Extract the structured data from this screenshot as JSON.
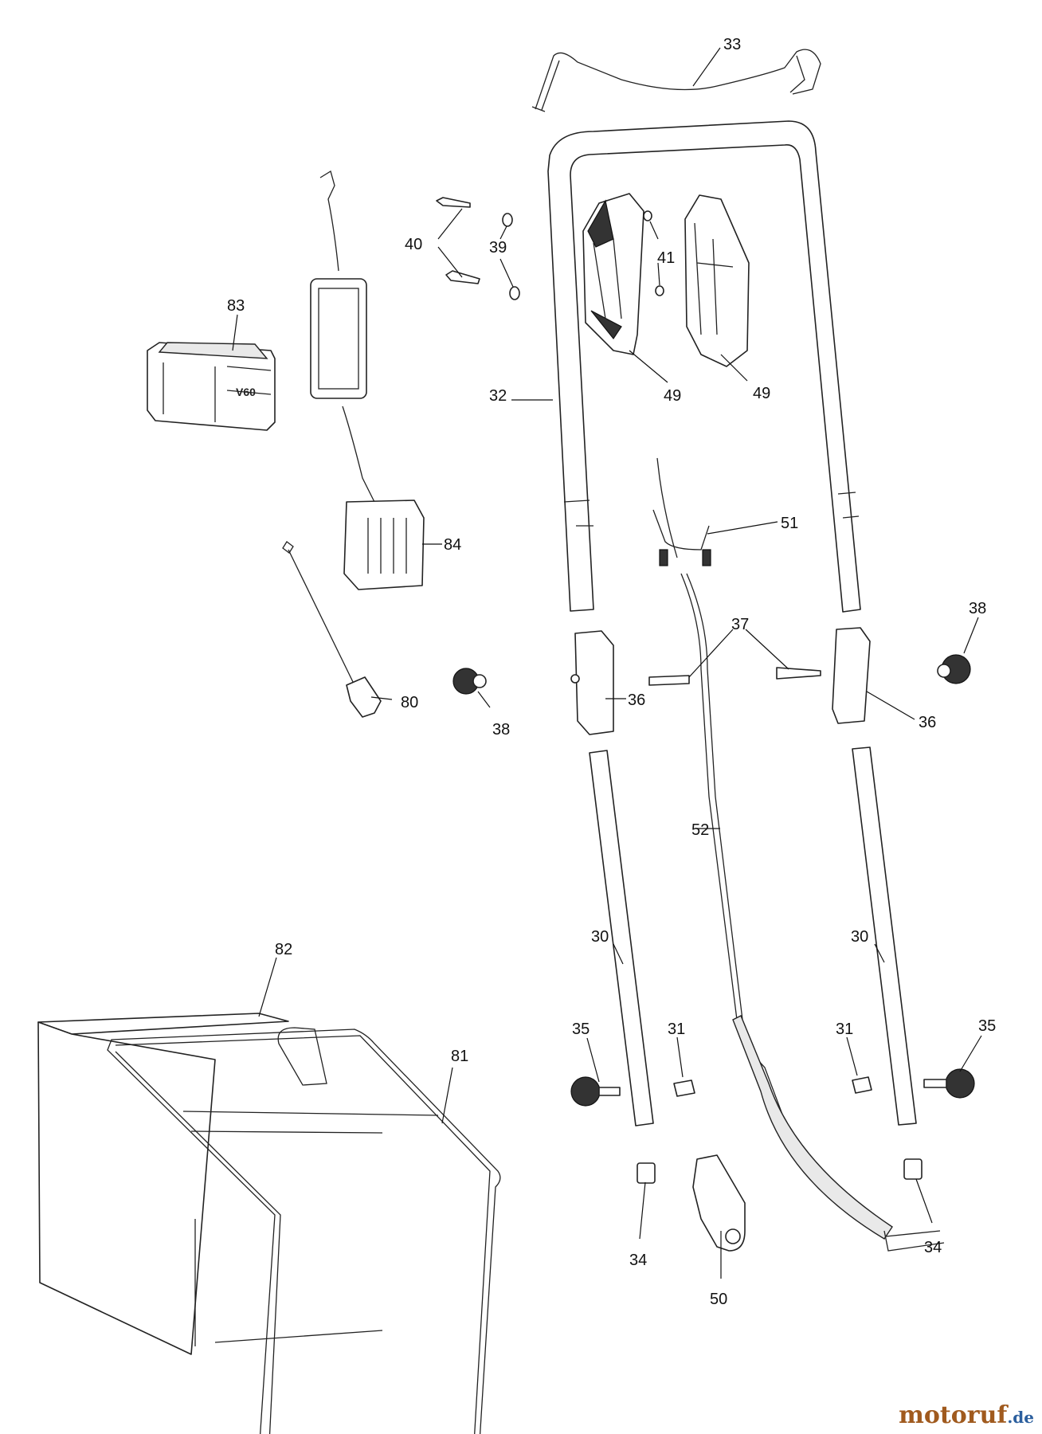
{
  "callouts": {
    "c30a": "30",
    "c30b": "30",
    "c31a": "31",
    "c31b": "31",
    "c32": "32",
    "c33": "33",
    "c34a": "34",
    "c34b": "34",
    "c35a": "35",
    "c35b": "35",
    "c36a": "36",
    "c36b": "36",
    "c37": "37",
    "c38a": "38",
    "c38b": "38",
    "c39": "39",
    "c40": "40",
    "c41": "41",
    "c49a": "49",
    "c49b": "49",
    "c50": "50",
    "c51": "51",
    "c52": "52",
    "c80": "80",
    "c81": "81",
    "c82": "82",
    "c83": "83",
    "c84": "84"
  },
  "battery": {
    "marking": "V60"
  },
  "watermark": {
    "main": "motoruf",
    "tld": ".de"
  }
}
